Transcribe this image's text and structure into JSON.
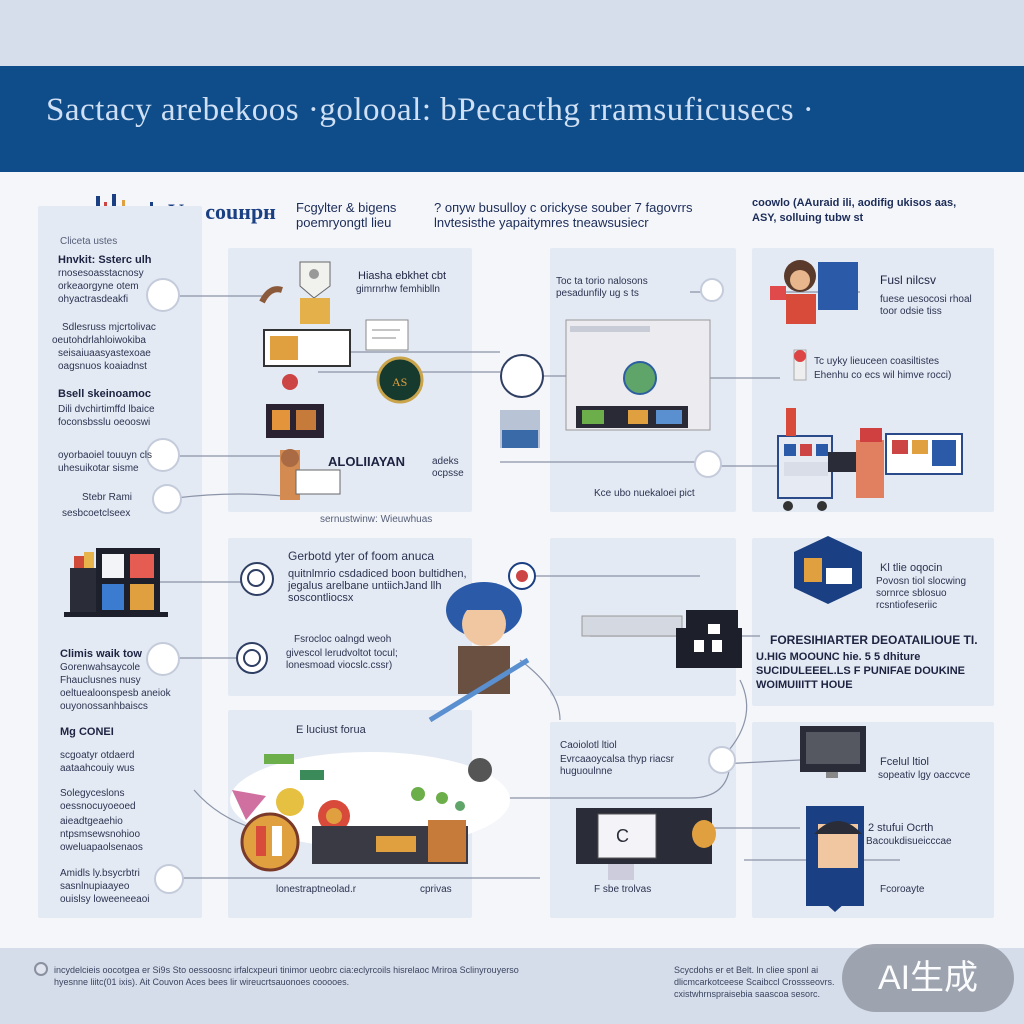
{
  "header": {
    "title": "Sactacy arebekoos ·golooal: bPecacthg rramsuficusecs ·"
  },
  "top_headings": [
    "Vw couнpн",
    "Fcgylter  &  bigens poemryongtl lieu",
    "?  oпyw busulloy  c orickyse souber  7 fagovrrs lnvtesisthe yapaitymres tneawsusiecr",
    "coowlo  (AAuraid ili, aodifig ukisos aas, ASY, solluing tubw st"
  ],
  "left_column": [
    {
      "title": "Cliceta ustes",
      "lines": []
    },
    {
      "title": "Hnvkit: Ssterc ulh",
      "lines": [
        "rnosesoasstacnosy",
        "orkeaorgyne otem",
        "ohyactrasdeakfi"
      ]
    },
    {
      "title": "Sdlesruss mjcrtolivac",
      "lines": [
        "oeutohdrlahloiwokiba",
        "seisaiuaasyastexoae",
        "oagsnuos koaiadnst"
      ]
    },
    {
      "title": "Bsell skeinoamoc",
      "lines": [
        "Dili dvchirtimffd lbaice",
        "foconsbsslu oeooswi",
        "oyorbaoiel touuyn cls",
        "uhesuikotar sisme"
      ]
    },
    {
      "title": "Stebr Rami",
      "lines": [
        "sesbcoetclseex"
      ]
    },
    {
      "title": "Climis waik tow",
      "lines": [
        "Gorenwahsaycole",
        "Fhauclusnes nusy",
        "oeltuealoonspesb aneiok",
        "ouyonossanhbaiscs"
      ]
    },
    {
      "title": "Mg CONEI",
      "lines": [
        "scgoatyr otdaerd",
        "aataahcouiy wus",
        "Solegyceslons",
        "oessnocuyoeoed",
        "aieadtgeaehio",
        "ntpsmsewsnohioo",
        "oweluapaolsenaos"
      ]
    },
    {
      "title": "Amidls ly.bsycrbtri",
      "lines": [
        "sasnlnupiaayeo",
        "ouislsy loweeneeaoi"
      ]
    }
  ],
  "center_panels": [
    {
      "title": "Hiasha ebkhet cbt",
      "sub": "gimrnrhw femhiblln"
    },
    {
      "title": "ALOLIIAYAN",
      "sub": "adeks ocpsse"
    },
    {
      "title": "Gerbotd yter of foom anuca",
      "sub": "quitnlmrio csdadiced boon bultidhen, jegalus arelbane untiichJand llh soscontliocsx"
    },
    {
      "title": "Fsrocloc oalngd weoh",
      "sub": "givescol lerudvoltot tocul; lonesmoad viocslc.cssr)"
    },
    {
      "title": "E luciust forua",
      "sub": ""
    },
    {
      "title": "lonestraptneolad.r",
      "sub": ""
    }
  ],
  "center_labels": [
    "sernustwinw: Wieuwhuas",
    "Toc ta torio nalosons pesadunfily ug s ts",
    "Kce ubo nuekaloei pict"
  ],
  "right_panels": [
    {
      "title": "Fusl nilcsv",
      "sub": "fuese uesocosi rhoal toor odsie tiss"
    },
    {
      "title": "Tc uyky lieuceen coasiltistes",
      "sub": "Ehenhu co ecs  wil himve rocci)"
    },
    {
      "title": "Kl tlie oqocin",
      "sub": "Povosn tiol slocwing sornrce sblosuo rcsntiofeseriic"
    },
    {
      "title": "FORESIHIARTER DEOATAILIOUE TI.",
      "sub": "U.HIG MOOUNC hie.  5  5  dhiture SUCIDULEEEL.LS F PUNIFAE DOUKINE WOIMUIIITT HOUE"
    },
    {
      "title": "Caoiolotl ltiol",
      "sub": "Evrcaaoycalsa thyp riacsr huguoulnne"
    },
    {
      "title": "Fcelul ltiol",
      "sub": "sopeativ lgy oaccvce"
    },
    {
      "title": "2 stufui Ocrth",
      "sub": "Bacoukdisueicccae"
    },
    {
      "title": "F sbe trolvas",
      "sub": ""
    },
    {
      "title": "Fcoroayte",
      "sub": ""
    }
  ],
  "footer": {
    "left": "incydelcieis oocotgea er Si9s Sto oessoosnc irfalcxpeuri tinimor ueobrc cia:eclyrcoils hisrelaoc Mriroa Sclinyrouyerso hyesnne liitc(01 ixis). Ait Couvon Aces bees lir wireucrtsauonoes cooooes.",
    "right": "Scycdohs er et Belt. ln cliee  sponl ai dlicmcarkotceese Scaibccl Crossseovrs. cxistwhrnspraisebia saascoa sesorc."
  },
  "watermark": "AI生成",
  "colors": {
    "banner": "#0f4c8a",
    "canvas": "#f4f6fa",
    "panel": "#e4eaf4",
    "accent": "#1a3f82",
    "warm": "#e0a040"
  },
  "icons": [
    "person-icon",
    "monitor-icon",
    "house-icon",
    "building-icon",
    "calendar-icon",
    "globe-icon",
    "book-icon",
    "hexagon-icon"
  ]
}
